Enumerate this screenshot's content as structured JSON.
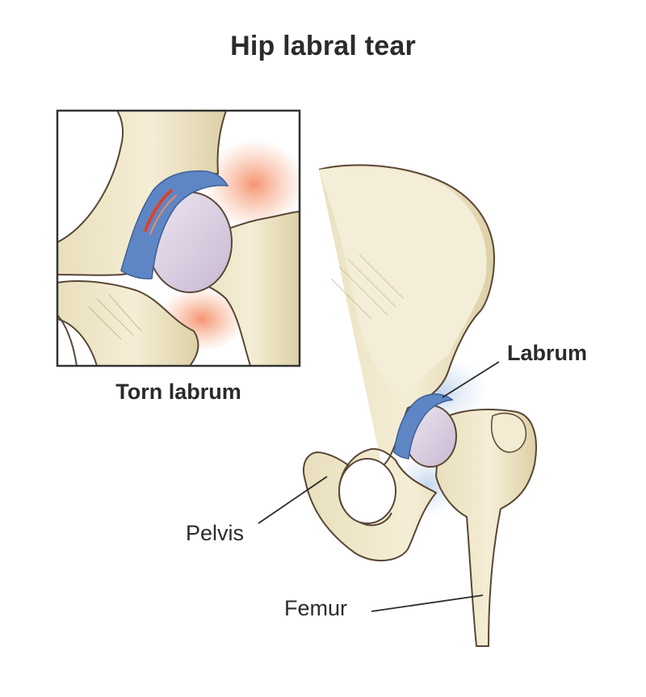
{
  "title": "Hip labral tear",
  "inset": {
    "caption": "Torn labrum"
  },
  "labels": {
    "labrum": "Labrum",
    "pelvis": "Pelvis",
    "femur": "Femur"
  },
  "colors": {
    "bone": "#efe6c6",
    "bone_outline": "#5a4636",
    "labrum": "#5f86c4",
    "cartilage": "#dcd0e2",
    "inflammation": "#f4a27a",
    "inset_border": "#333333"
  }
}
